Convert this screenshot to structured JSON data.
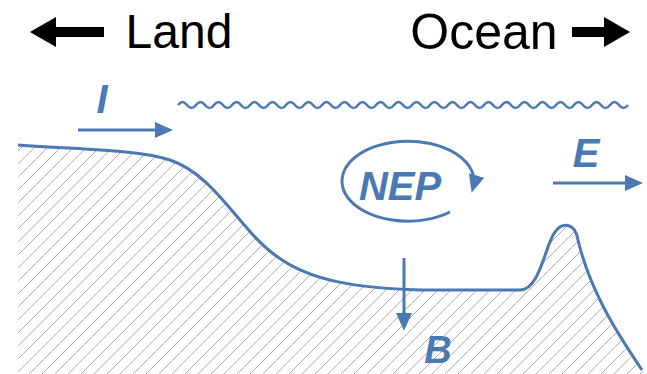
{
  "diagram": {
    "labels": [
      "Land",
      "Ocean",
      "I",
      "NEP",
      "E",
      "B"
    ]
  }
}
